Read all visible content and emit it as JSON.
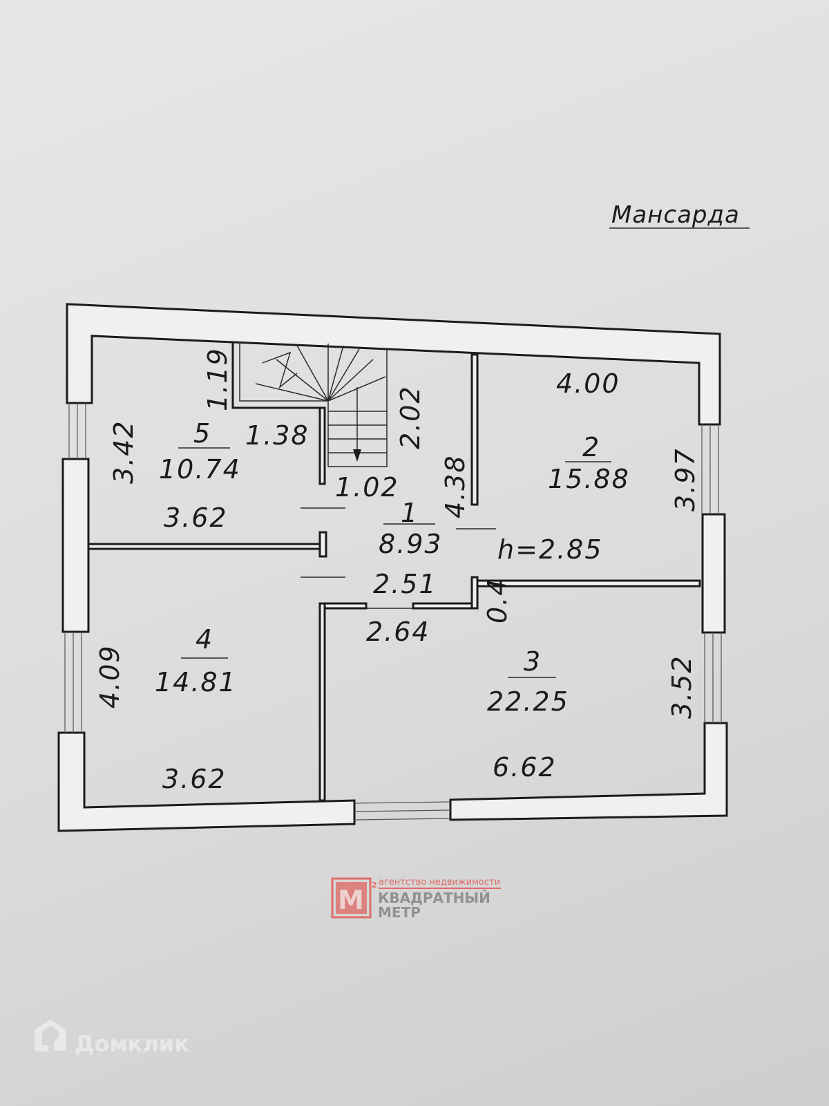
{
  "plan": {
    "title": "Мансарда",
    "height_label": "h=2.85",
    "rooms": [
      {
        "number": "1",
        "area": "8.93"
      },
      {
        "number": "2",
        "area": "15.88"
      },
      {
        "number": "3",
        "area": "22.25"
      },
      {
        "number": "4",
        "area": "14.81"
      },
      {
        "number": "5",
        "area": "10.74"
      }
    ],
    "dimensions": {
      "r5_stair": "1.19",
      "r5_left": "3.42",
      "r5_top": "1.38",
      "r5_bottom": "3.62",
      "r1_stair": "2.02",
      "r1_top": "1.02",
      "r1_right": "4.38",
      "r1_bottom": "2.51",
      "r1_door": "2.64",
      "r2_top": "4.00",
      "r2_right": "3.97",
      "r3_gap": "0.4",
      "r3_right": "3.52",
      "r3_bottom": "6.62",
      "r4_left": "4.09",
      "r4_bottom": "3.62"
    }
  },
  "watermarks": {
    "agency_tagline": "агентство недвижимости",
    "agency_name_1": "КВАДРАТНЫЙ",
    "agency_name_2": "МЕТР",
    "agency_logo_letter": "M",
    "agency_logo_sup": "2",
    "site_brand": "Домклик"
  },
  "colors": {
    "watermark_red": "#e0463f",
    "ink": "#1a1a1d"
  }
}
